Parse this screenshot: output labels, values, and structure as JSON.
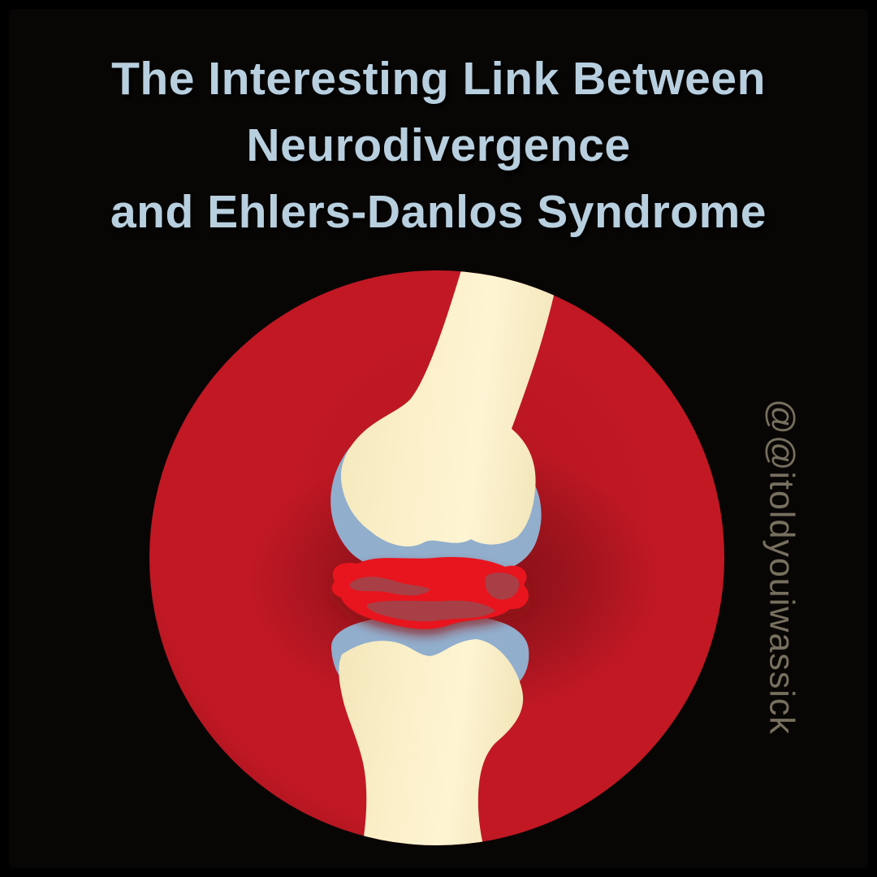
{
  "post": {
    "background_color": "#000000",
    "card_color": "#080605"
  },
  "title": {
    "lines": [
      "The Interesting Link Between",
      "Neurodivergence",
      "and Ehlers-Danlos Syndrome"
    ],
    "color": "#b8cfdf"
  },
  "watermark": {
    "text": "@@itoldyouiwassick",
    "color": "#77705f"
  },
  "illustration": {
    "label": "inflamed-knee-joint",
    "colors": {
      "circle_red": "#c11824",
      "circle_red_center": "#b5161f",
      "circle_red_dark": "#91121a",
      "bone_cream": "#fbf0c9",
      "bone_cream_light": "#fdf4d3",
      "bone_cream_dark": "#f3e6ba",
      "cartilage_blue": "#91aecc",
      "inflammation_red": "#e8141e",
      "inflammation_shadow": "#8e1217",
      "inflammation_detail": "#9e474d",
      "joint_glow": "#460a0e"
    }
  }
}
